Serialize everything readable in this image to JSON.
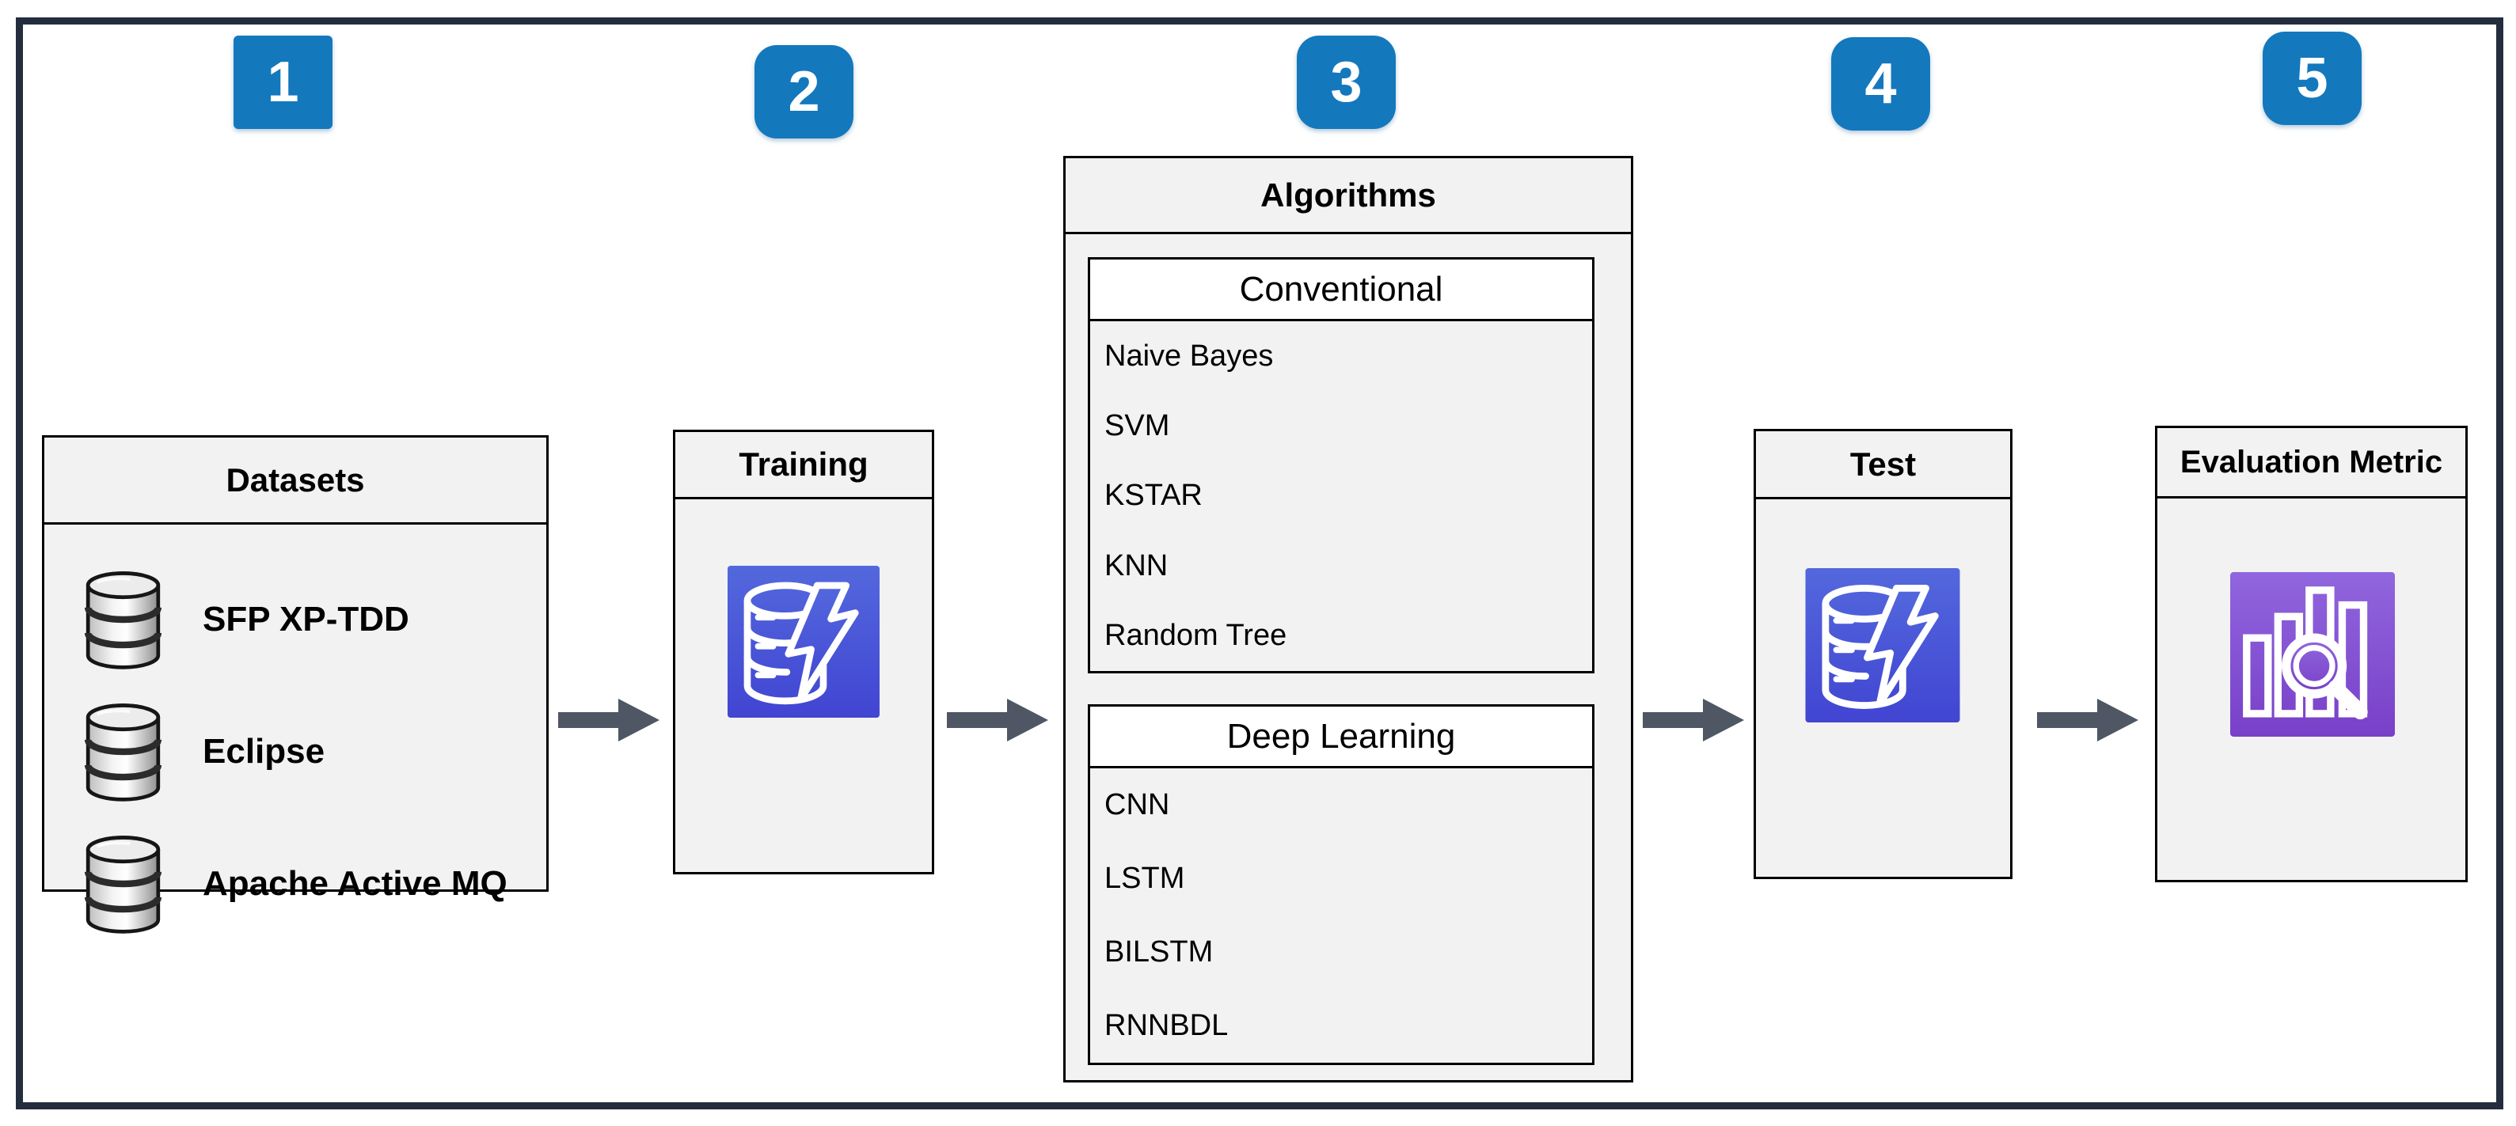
{
  "badges": [
    "1",
    "2",
    "3",
    "4",
    "5"
  ],
  "datasets": {
    "title": "Datasets",
    "items": [
      "SFP XP-TDD",
      "Eclipse",
      "Apache Active MQ"
    ]
  },
  "training": {
    "title": "Training"
  },
  "algorithms": {
    "title": "Algorithms",
    "conventional": {
      "title": "Conventional",
      "items": [
        "Naive Bayes",
        "SVM",
        "KSTAR",
        "KNN",
        "Random Tree"
      ]
    },
    "deep_learning": {
      "title": "Deep Learning",
      "items": [
        "CNN",
        "LSTM",
        "BILSTM",
        "RNNBDL"
      ]
    }
  },
  "test": {
    "title": "Test"
  },
  "evaluation": {
    "title": "Evaluation Metric"
  },
  "icons": {
    "dataset_icon": "database-icon",
    "training_icon": "database-lightning-icon",
    "test_icon": "database-lightning-icon",
    "evaluation_icon": "metrics-magnifier-icon"
  },
  "colors": {
    "frame_border": "#232D3E",
    "badge_blue": "#1478BD",
    "arrow_gray": "#4E5763",
    "box_bg": "#F2F2F2",
    "box_border": "#000000",
    "blue_icon_top": "#5368DD",
    "blue_icon_bottom": "#4145D2",
    "purple_icon_top": "#9166DE",
    "purple_icon_bottom": "#7840C8"
  }
}
